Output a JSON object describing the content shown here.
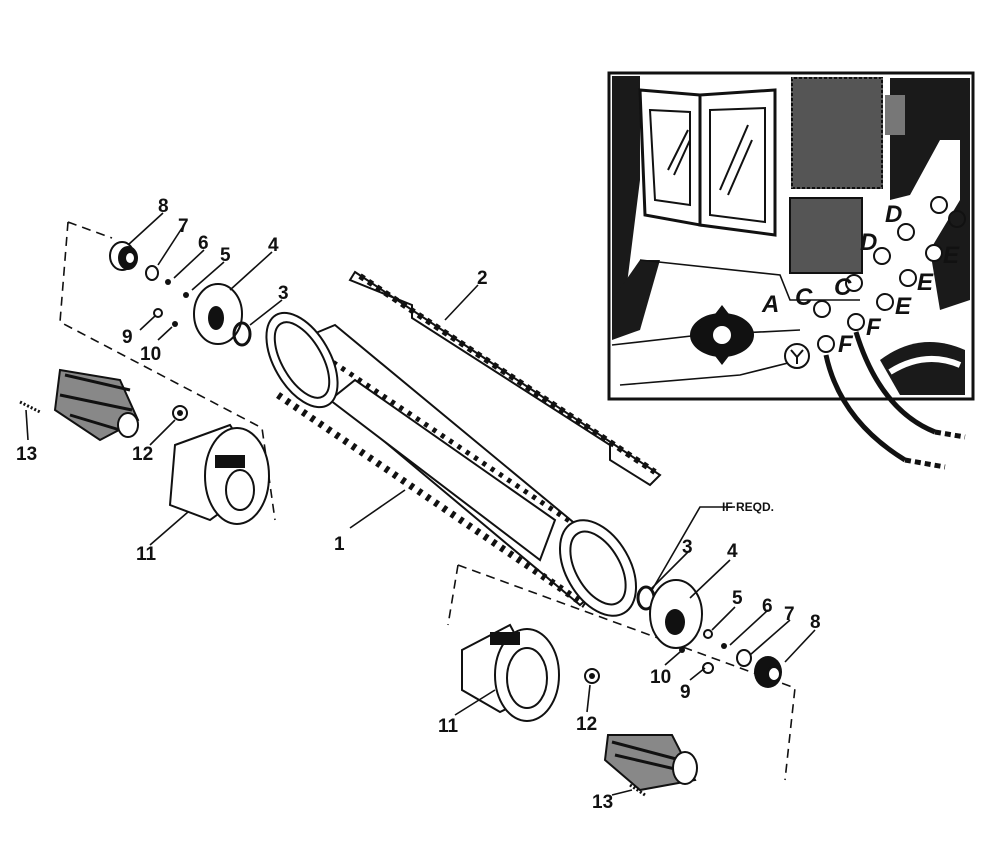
{
  "callouts": {
    "l1": "1",
    "l2": "2",
    "l3a": "3",
    "l4a": "4",
    "l5a": "5",
    "l6a": "6",
    "l7a": "7",
    "l8a": "8",
    "l9a": "9",
    "l10a": "10",
    "l11a": "11",
    "l12a": "12",
    "l13a": "13",
    "l3b": "3",
    "l4b": "4",
    "l5b": "5",
    "l6b": "6",
    "l7b": "7",
    "l8b": "8",
    "l9b": "9",
    "l10b": "10",
    "l11b": "11",
    "l12b": "12",
    "l13b": "13"
  },
  "note": "IF REQD.",
  "inset": {
    "A": "A",
    "C1": "C",
    "C2": "C",
    "D1": "D",
    "D2": "D",
    "E1": "E",
    "E2": "E",
    "E3": "E",
    "F1": "F",
    "F2": "F"
  }
}
